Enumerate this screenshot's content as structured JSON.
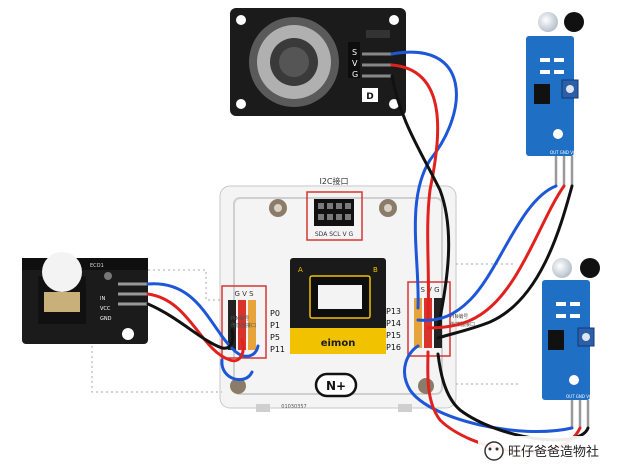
{
  "board": {
    "title": "I2C接口",
    "i2c_pins": "SDA SCL V G",
    "left_header": "G V S",
    "left_pins": [
      "P0",
      "P1",
      "P5",
      "P11"
    ],
    "left_chinese_1": "PIN编号",
    "left_chinese_2": "传感器接口",
    "right_header": "S V G",
    "right_pins": [
      "P13",
      "P14",
      "P15",
      "P16"
    ],
    "right_chinese_1": "PIN编号",
    "right_chinese_2": "传感器接口",
    "micro_label_a": "A",
    "micro_label_b": "B",
    "logo": "N+",
    "serial": "01030357",
    "makecode_text": "eimon"
  },
  "sensor_top": {
    "pin_s": "S",
    "pin_v": "V",
    "pin_g": "G",
    "badge": "D"
  },
  "button_module": {
    "pin_in": "IN",
    "pin_vcc": "VCC",
    "pin_gnd": "GND",
    "top_text": "ECO1"
  },
  "ir_top": {
    "pins": "OUT GND VCC"
  },
  "ir_bottom": {
    "pins": "OUT GND VCC"
  },
  "watermark": {
    "text": "旺仔爸爸造物社"
  },
  "colors": {
    "wire_blue": "#1e56d8",
    "wire_red": "#e0221f",
    "wire_black": "#111111",
    "board_white": "#f4f5f4",
    "module_blue": "#1f6fc4",
    "dark_board": "#1a1a1a",
    "highlight_red": "#d63636"
  }
}
